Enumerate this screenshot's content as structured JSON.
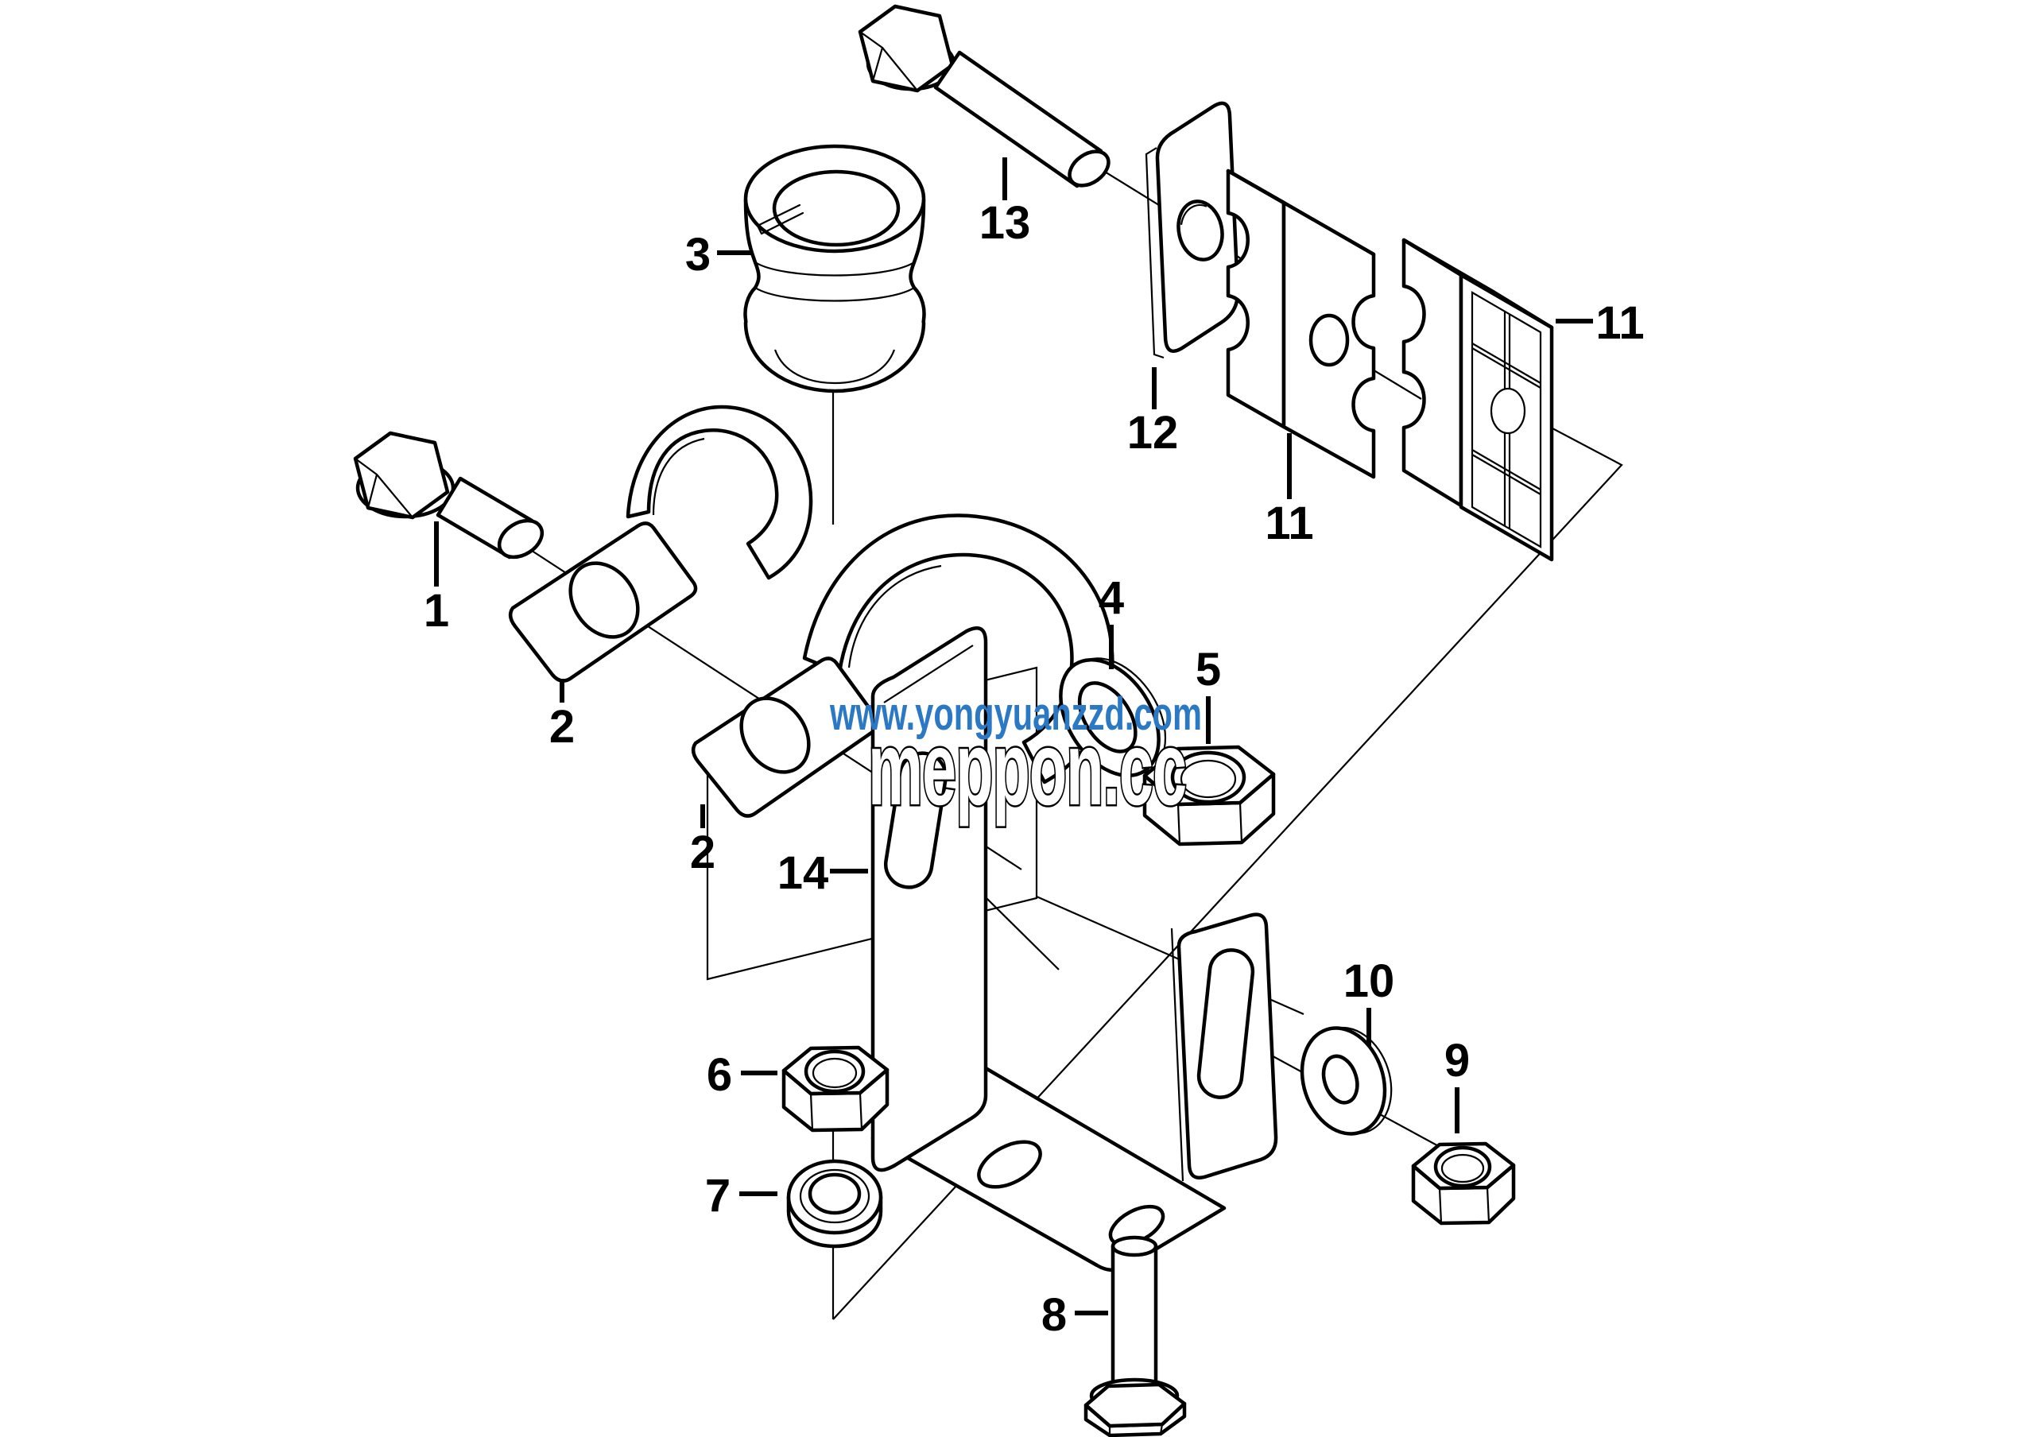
{
  "page": {
    "background": "#ffffff",
    "line_color": "#000000"
  },
  "watermarks": {
    "overlay_text": "meppon.cc",
    "overlay_fill": "#ffffff",
    "overlay_outline": "#000000",
    "url_text": "www.yongyuanzzd.com",
    "url_color": "#2b79c4"
  },
  "callouts": [
    {
      "part": "1"
    },
    {
      "part": "2"
    },
    {
      "part": "2"
    },
    {
      "part": "3"
    },
    {
      "part": "4"
    },
    {
      "part": "5"
    },
    {
      "part": "6"
    },
    {
      "part": "7"
    },
    {
      "part": "8"
    },
    {
      "part": "9"
    },
    {
      "part": "10"
    },
    {
      "part": "11"
    },
    {
      "part": "11"
    },
    {
      "part": "12"
    },
    {
      "part": "13"
    },
    {
      "part": "14"
    }
  ],
  "parts": [
    {
      "number": "1",
      "name": "hex-bolt"
    },
    {
      "number": "2",
      "name": "pipe-clamp-half"
    },
    {
      "number": "3",
      "name": "rubber-bushing"
    },
    {
      "number": "4",
      "name": "washer"
    },
    {
      "number": "5",
      "name": "hex-nut"
    },
    {
      "number": "6",
      "name": "hex-nut"
    },
    {
      "number": "7",
      "name": "flat-washer"
    },
    {
      "number": "8",
      "name": "hex-bolt"
    },
    {
      "number": "9",
      "name": "hex-nut"
    },
    {
      "number": "10",
      "name": "flat-washer"
    },
    {
      "number": "11",
      "name": "rubber-block"
    },
    {
      "number": "12",
      "name": "backing-plate"
    },
    {
      "number": "13",
      "name": "long-hex-bolt"
    },
    {
      "number": "14",
      "name": "mounting-bracket"
    }
  ]
}
